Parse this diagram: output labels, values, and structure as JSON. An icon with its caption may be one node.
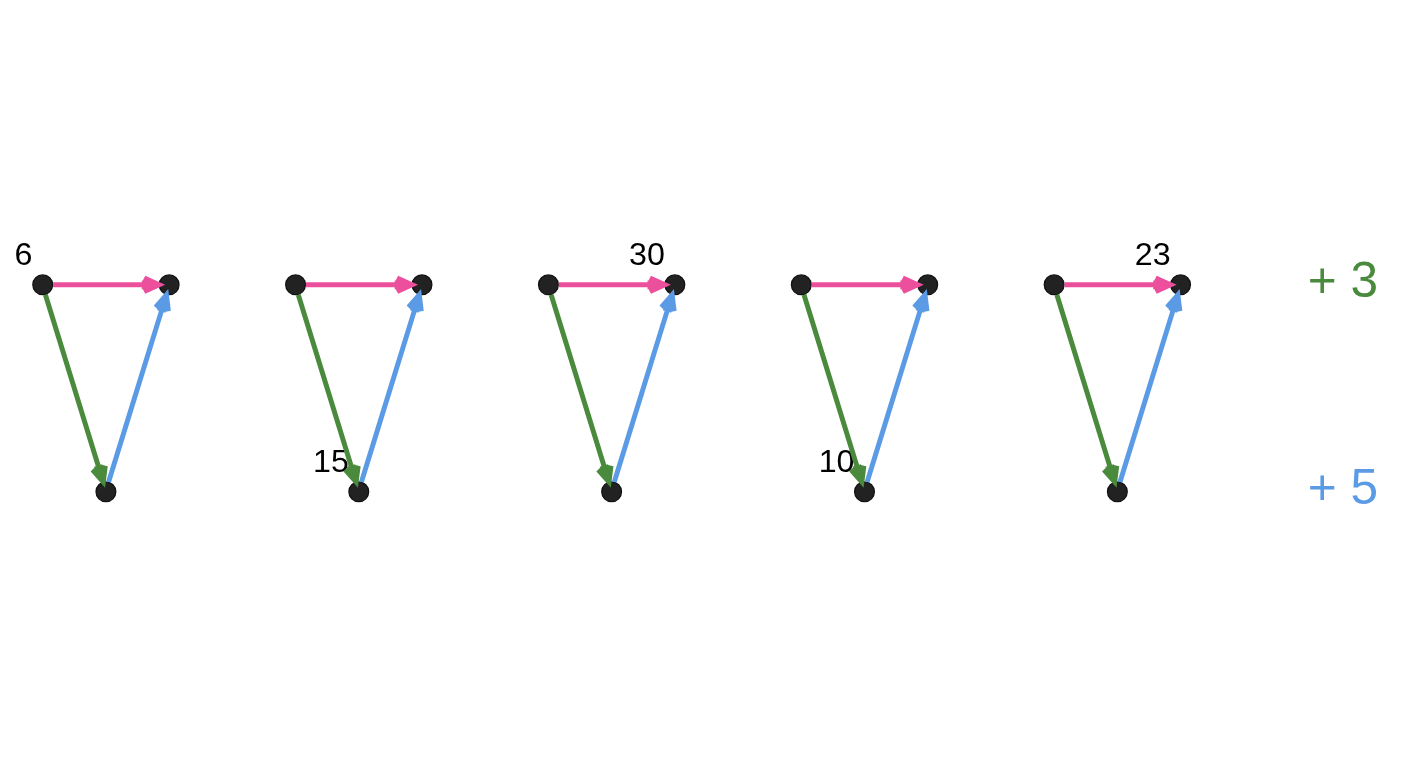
{
  "diagram": {
    "nodes": [
      {
        "text": [],
        "shape": "circle",
        "beside": [
          "6"
        ]
      },
      {
        "text": [],
        "shape": "circle"
      },
      {
        "text": [],
        "shape": "circle"
      },
      {
        "text": [],
        "shape": "circle"
      },
      {
        "text": [],
        "shape": "circle"
      },
      {
        "text": [],
        "shape": "circle",
        "beside": [
          "15"
        ]
      },
      {
        "text": [],
        "shape": "circle"
      },
      {
        "text": [],
        "shape": "circle",
        "beside": [
          "30"
        ]
      },
      {
        "text": [],
        "shape": "circle"
      },
      {
        "text": [],
        "shape": "circle"
      },
      {
        "text": [],
        "shape": "circle"
      },
      {
        "text": [],
        "shape": "circle",
        "beside": [
          "10"
        ]
      },
      {
        "text": [],
        "shape": "circle"
      },
      {
        "text": [],
        "shape": "circle",
        "beside": [
          "23"
        ]
      },
      {
        "text": [],
        "shape": "circle"
      }
    ],
    "edges": [
      {
        "from": 0,
        "to": 1,
        "arrow": "to",
        "color": "#ec4f9c"
      },
      {
        "from": 0,
        "to": 2,
        "arrow": "to",
        "color": "#4a8a3c"
      },
      {
        "from": 2,
        "to": 1,
        "arrow": "to",
        "color": "#5b9be6"
      },
      {
        "from": 3,
        "to": 4,
        "arrow": "to",
        "color": "#ec4f9c"
      },
      {
        "from": 3,
        "to": 5,
        "arrow": "to",
        "color": "#4a8a3c"
      },
      {
        "from": 5,
        "to": 4,
        "arrow": "to",
        "color": "#5b9be6"
      },
      {
        "from": 6,
        "to": 7,
        "arrow": "to",
        "color": "#ec4f9c"
      },
      {
        "from": 6,
        "to": 8,
        "arrow": "to",
        "color": "#4a8a3c"
      },
      {
        "from": 8,
        "to": 7,
        "arrow": "to",
        "color": "#5b9be6"
      },
      {
        "from": 9,
        "to": 10,
        "arrow": "to",
        "color": "#ec4f9c"
      },
      {
        "from": 9,
        "to": 11,
        "arrow": "to",
        "color": "#4a8a3c"
      },
      {
        "from": 11,
        "to": 10,
        "arrow": "to",
        "color": "#5b9be6"
      },
      {
        "from": 12,
        "to": 13,
        "arrow": "to",
        "color": "#ec4f9c"
      },
      {
        "from": 12,
        "to": 14,
        "arrow": "to",
        "color": "#4a8a3c"
      },
      {
        "from": 14,
        "to": 13,
        "arrow": "to",
        "color": "#5b9be6"
      }
    ],
    "legend": [
      {
        "text": "+ 3",
        "color": "#4a8a3c"
      },
      {
        "text": "+ 5",
        "color": "#5b9be6"
      }
    ]
  }
}
